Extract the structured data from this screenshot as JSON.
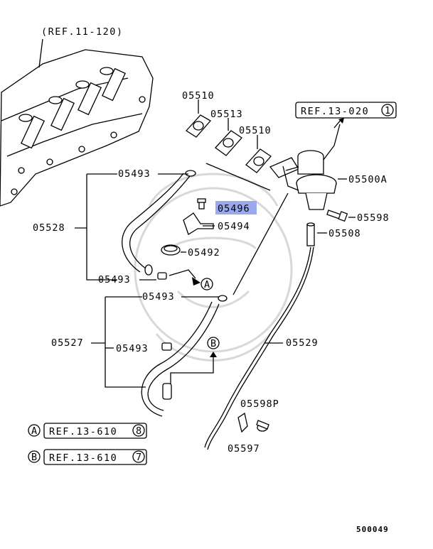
{
  "diagram": {
    "ref_top_left": "(REF.11-120)",
    "ref_top_right": {
      "text": "REF.13-020",
      "num": "1"
    },
    "labels": {
      "p05510a": "05510",
      "p05513": "05513",
      "p05510b": "05510",
      "p05500A": "05500A",
      "p05493_top": "05493",
      "p05496": "05496",
      "p05494": "05494",
      "p05528": "05528",
      "p05598_top": "05598",
      "p05508": "05508",
      "p05492": "05492",
      "p05493_mid": "05493",
      "p05493_low": "05493",
      "p05527": "05527",
      "p05493_bot": "05493",
      "p05529": "05529",
      "p05598P": "05598P",
      "p05597": "05597"
    },
    "markers": {
      "a": "A",
      "b": "B"
    },
    "legend": [
      {
        "marker": "A",
        "ref": "REF.13-610",
        "num": "8"
      },
      {
        "marker": "B",
        "ref": "REF.13-610",
        "num": "7"
      }
    ],
    "diagram_id": "500049",
    "highlight_color": "#9aa8ee"
  }
}
